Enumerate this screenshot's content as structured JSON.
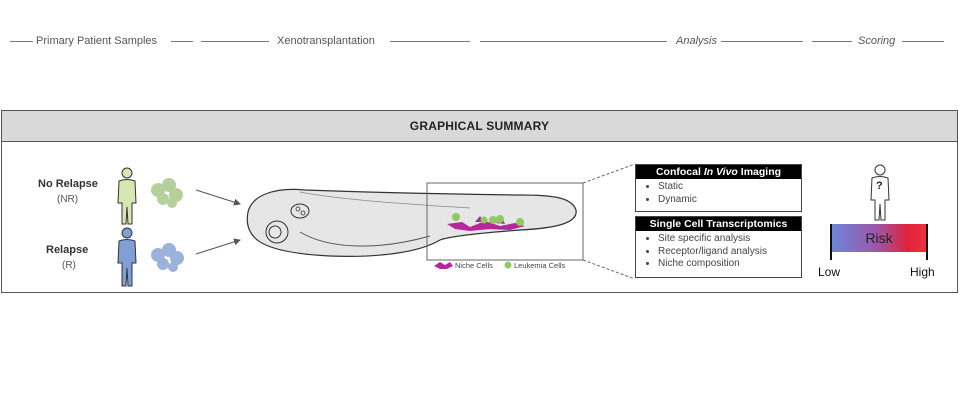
{
  "header": {
    "title": "GRAPHICAL SUMMARY"
  },
  "sections": {
    "samples": "Primary Patient Samples",
    "xeno": "Xenotransplantation",
    "analysis": "Analysis",
    "scoring": "Scoring"
  },
  "patients": {
    "no_relapse": {
      "label": "No Relapse",
      "abbr": "(NR)",
      "color": "#d7e6b3",
      "cell_color": "#a9c98a"
    },
    "relapse": {
      "label": "Relapse",
      "abbr": "(R)",
      "color": "#7f9fd6",
      "cell_color": "#8aa6d6"
    }
  },
  "legend": {
    "niche": "Niche Cells",
    "leukemia": "Leukemia Cells",
    "niche_color": "#b5279a",
    "leukemia_color": "#8fc95f"
  },
  "analysis": {
    "imaging": {
      "title_pre": "Confocal ",
      "title_em": "In Vivo",
      "title_post": " Imaging",
      "items": [
        "Static",
        "Dynamic"
      ]
    },
    "transcriptomics": {
      "title": "Single Cell Transcriptomics",
      "items": [
        "Site specific analysis",
        "Receptor/ligand analysis",
        "Niche composition"
      ]
    }
  },
  "scoring": {
    "unknown_mark": "?",
    "risk": "Risk",
    "low": "Low",
    "high": "High"
  }
}
